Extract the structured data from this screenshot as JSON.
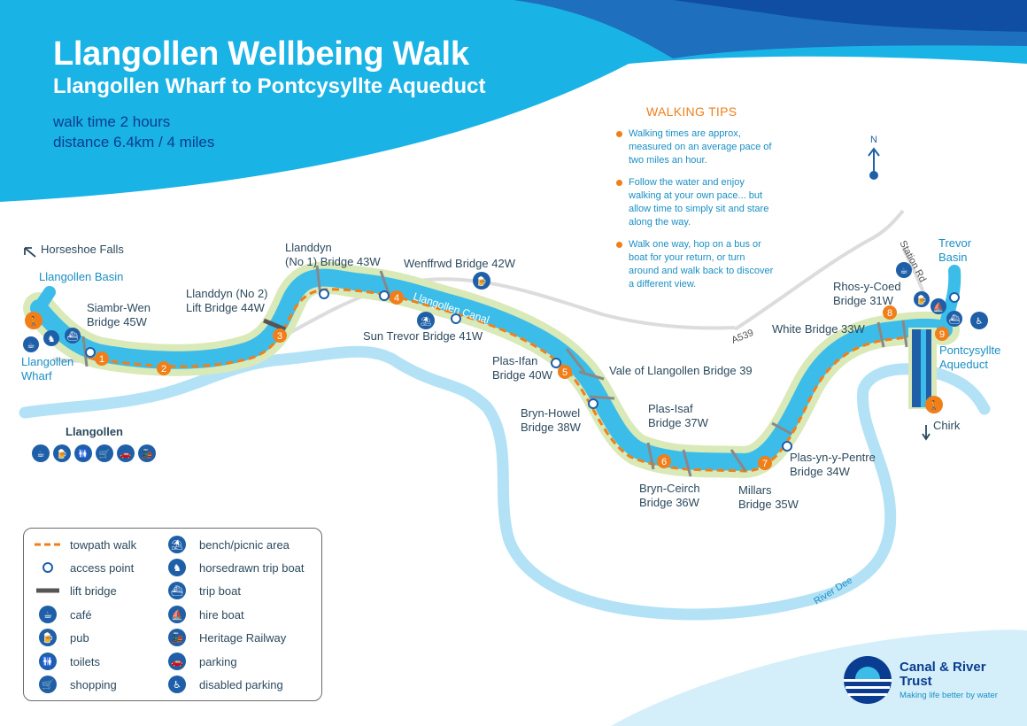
{
  "header": {
    "title": "Llangollen Wellbeing Walk",
    "subtitle": "Llangollen Wharf to Pontcysyllte Aqueduct",
    "walk_time": "walk time 2 hours",
    "distance": "distance 6.4km / 4 miles"
  },
  "tips": {
    "heading": "WALKING TIPS",
    "items": [
      "Walking times are approx, measured on an average pace of two miles an hour.",
      "Follow the water and enjoy walking at your own pace... but allow time to simply sit and stare along the way.",
      "Walk one way, hop on a bus or boat for your return, or turn around and walk back to discover a different view."
    ]
  },
  "compass": {
    "label": "N"
  },
  "places": {
    "horseshoe_falls": "Horseshoe Falls",
    "llangollen_basin": "Llangollen Basin",
    "llangollen_wharf": [
      "Llangollen",
      "Wharf"
    ],
    "llangollen": "Llangollen",
    "trevor_basin": [
      "Trevor",
      "Basin"
    ],
    "pontcysyllte": [
      "Pontcysyllte",
      "Aqueduct"
    ],
    "chirk": "Chirk",
    "canal": "Llangollen Canal",
    "river": "River Dee",
    "a539": "A539",
    "station_rd": "Station Rd"
  },
  "bridges": {
    "b45": [
      "Siambr-Wen",
      "Bridge 45W"
    ],
    "b44": [
      "Llanddyn (No 2)",
      "Lift Bridge 44W"
    ],
    "b43": [
      "Llanddyn",
      "(No 1) Bridge 43W"
    ],
    "b42": "Wenffrwd Bridge 42W",
    "b41": "Sun Trevor Bridge 41W",
    "b40": [
      "Plas-Ifan",
      "Bridge 40W"
    ],
    "b39": "Vale of Llangollen Bridge 39",
    "b38": [
      "Bryn-Howel",
      "Bridge 38W"
    ],
    "b37": [
      "Plas-Isaf",
      "Bridge 37W"
    ],
    "b36": [
      "Bryn-Ceirch",
      "Bridge 36W"
    ],
    "b35": [
      "Millars",
      "Bridge 35W"
    ],
    "b34": [
      "Plas-yn-y-Pentre",
      "Bridge 34W"
    ],
    "b33": "White Bridge 33W",
    "b31": [
      "Rhos-y-Coed",
      "Bridge 31W"
    ]
  },
  "markers": [
    "1",
    "2",
    "3",
    "4",
    "5",
    "6",
    "7",
    "8",
    "9"
  ],
  "legend": {
    "items": [
      {
        "label": "towpath walk",
        "icon": "towpath-icon"
      },
      {
        "label": "access point",
        "icon": "access-point-icon"
      },
      {
        "label": "lift bridge",
        "icon": "lift-bridge-icon"
      },
      {
        "label": "café",
        "icon": "cafe-icon"
      },
      {
        "label": "pub",
        "icon": "pub-icon"
      },
      {
        "label": "toilets",
        "icon": "toilets-icon"
      },
      {
        "label": "shopping",
        "icon": "shopping-icon"
      },
      {
        "label": "bench/picnic area",
        "icon": "bench-icon"
      },
      {
        "label": "horsedrawn trip boat",
        "icon": "horsedrawn-boat-icon"
      },
      {
        "label": "trip boat",
        "icon": "trip-boat-icon"
      },
      {
        "label": "hire boat",
        "icon": "hire-boat-icon"
      },
      {
        "label": "Heritage Railway",
        "icon": "railway-icon"
      },
      {
        "label": "parking",
        "icon": "parking-icon"
      },
      {
        "label": "disabled parking",
        "icon": "disabled-parking-icon"
      }
    ]
  },
  "logo": {
    "name": "Canal & River Trust",
    "tagline": "Making life better by water"
  },
  "colors": {
    "canal": "#3cbde9",
    "header_blue": "#1ab3e6",
    "dark_blue": "#0a3d91",
    "towpath": "#f07f1a",
    "green": "#d9e9b8"
  }
}
